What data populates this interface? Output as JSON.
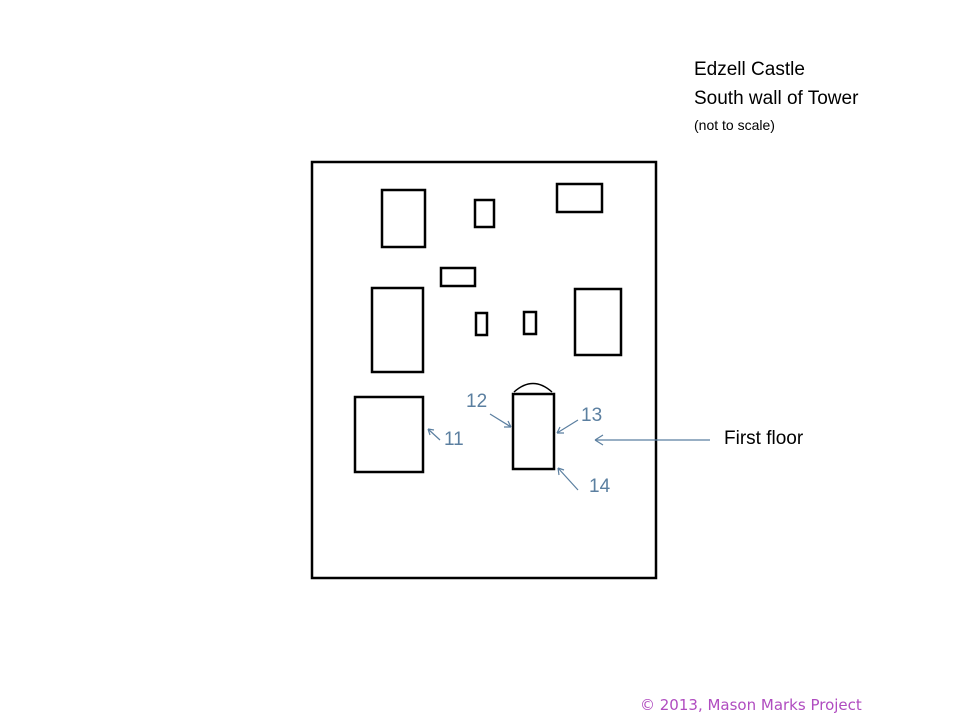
{
  "title_line1": "Edzell Castle",
  "title_line2": "South wall of Tower",
  "scale_note": "(not to scale)",
  "labels": [
    "11",
    "12",
    "13",
    "14"
  ],
  "floor_label": "First floor",
  "copyright": "© 2013, Mason Marks Project",
  "colors": {
    "label": "#5b7fa0",
    "copyright": "#b04cc0",
    "lines": "#000000"
  }
}
